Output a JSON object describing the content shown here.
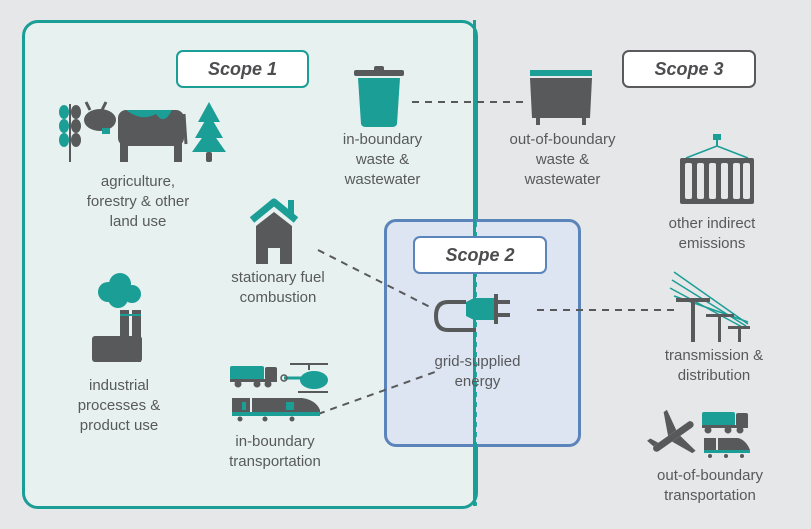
{
  "colors": {
    "teal": "#1b9e96",
    "dark_gray": "#58595b",
    "scope2_blue": "#5b84bb",
    "scope1_fill": "#e7f1f0",
    "scope2_fill": "#dce5f1",
    "background": "#e6e7e8"
  },
  "scopes": {
    "scope1": "Scope 1",
    "scope2": "Scope 2",
    "scope3": "Scope 3"
  },
  "items": {
    "agriculture": {
      "label": "agriculture,\nforestry & other\nland use",
      "icons": [
        "wheat-icon",
        "cow-icon",
        "tree-icon"
      ]
    },
    "in_waste": {
      "label": "in-boundary\nwaste &\nwastewater",
      "icon": "trash-bin-icon"
    },
    "out_waste": {
      "label": "out-of-boundary\nwaste &\nwastewater",
      "icon": "dumpster-icon"
    },
    "other_indirect": {
      "label": "other indirect\nemissions",
      "icon": "shipping-container-icon"
    },
    "stationary": {
      "label": "stationary fuel\ncombustion",
      "icon": "house-icon"
    },
    "industrial": {
      "label": "industrial\nprocesses &\nproduct use",
      "icon": "factory-icon"
    },
    "grid": {
      "label": "grid-supplied\nenergy",
      "icon": "plug-icon"
    },
    "transmission": {
      "label": "transmission &\ndistribution",
      "icon": "power-lines-icon"
    },
    "in_transport": {
      "label": "in-boundary\ntransportation",
      "icons": [
        "truck-icon",
        "helicopter-icon",
        "train-icon"
      ]
    },
    "out_transport": {
      "label": "out-of-boundary\ntransportation",
      "icons": [
        "airplane-icon",
        "truck-icon",
        "train-icon"
      ]
    }
  }
}
